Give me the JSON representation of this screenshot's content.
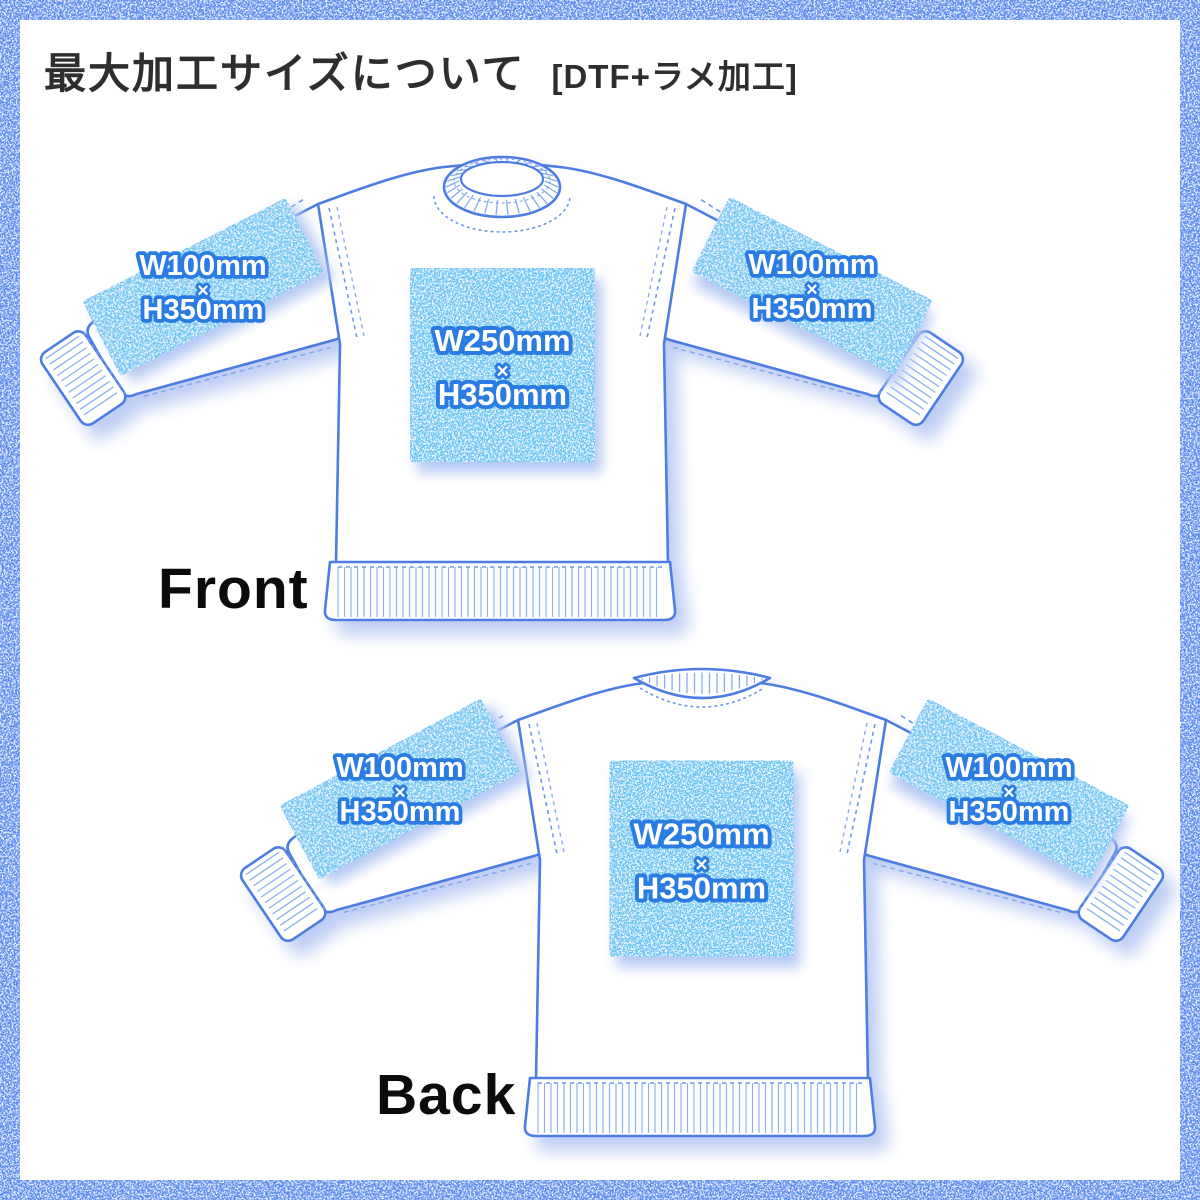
{
  "header": {
    "title": "最大加工サイズについて",
    "method_tag": "[DTF+ラメ加工]"
  },
  "front": {
    "label": "Front",
    "chest_area": {
      "width": "W250mm",
      "times": "×",
      "height": "H350mm"
    },
    "left_sleeve_area": {
      "width": "W100mm",
      "times": "×",
      "height": "H350mm"
    },
    "right_sleeve_area": {
      "width": "W100mm",
      "times": "×",
      "height": "H350mm"
    }
  },
  "back": {
    "label": "Back",
    "center_area": {
      "width": "W250mm",
      "times": "×",
      "height": "H350mm"
    },
    "left_sleeve_area": {
      "width": "W100mm",
      "times": "×",
      "height": "H350mm"
    },
    "right_sleeve_area": {
      "width": "W100mm",
      "times": "×",
      "height": "H350mm"
    }
  },
  "colors": {
    "border_glitter": "#5a8bed",
    "print_area_fill": "#6ec4f2",
    "garment_outline": "#4d7ce3",
    "label_text_outline": "#2b7ce2",
    "shadow_tint": "#b7c9f4",
    "title_color": "#2e2e2e"
  }
}
